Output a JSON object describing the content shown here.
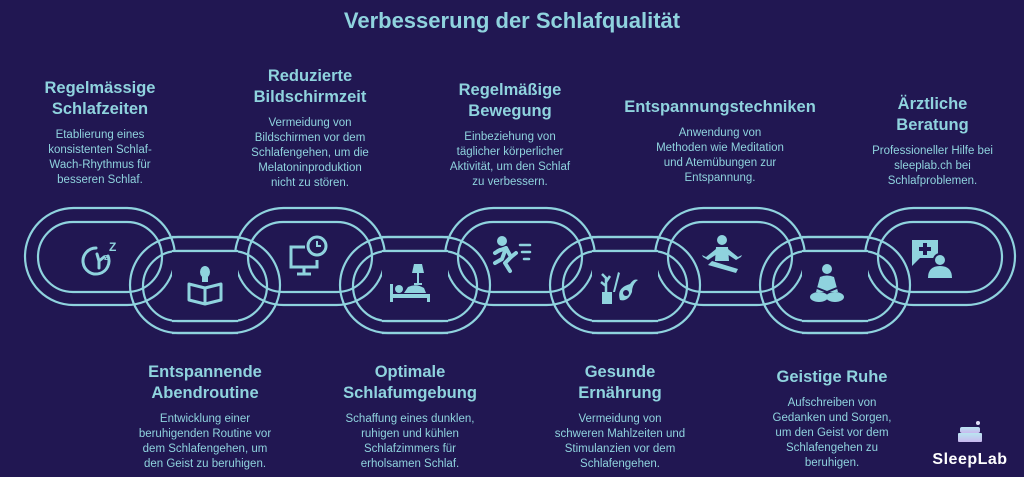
{
  "title": "Verbesserung der Schlafqualität",
  "colors": {
    "background": "#211752",
    "accent": "#8fd3de",
    "logo_text": "#ffffff"
  },
  "top_items": [
    {
      "heading": [
        "Regelmässige",
        "Schlafzeiten"
      ],
      "description": [
        "Etablierung eines",
        "konsistenten Schlaf-",
        "Wach-Rhythmus für",
        "besseren Schlaf."
      ],
      "icon": "sleep-clock-icon"
    },
    {
      "heading": [
        "Reduzierte",
        "Bildschirmzeit"
      ],
      "description": [
        "Vermeidung von",
        "Bildschirmen vor dem",
        "Schlafengehen, um die",
        "Melatoninproduktion",
        "nicht zu stören."
      ],
      "icon": "monitor-clock-icon"
    },
    {
      "heading": [
        "Regelmäßige",
        "Bewegung"
      ],
      "description": [
        "Einbeziehung von",
        "täglicher körperlicher",
        "Aktivität, um den Schlaf",
        "zu verbessern."
      ],
      "icon": "running-person-icon"
    },
    {
      "heading": [
        "Entspannungstechniken"
      ],
      "description": [
        "Anwendung von",
        "Methoden wie Meditation",
        "und Atemübungen zur",
        "Entspannung."
      ],
      "icon": "meditation-icon"
    },
    {
      "heading": [
        "Ärztliche",
        "Beratung"
      ],
      "description": [
        "Professioneller Hilfe bei",
        "sleeplab.ch bei",
        "Schlafproblemen."
      ],
      "icon": "medical-consult-icon"
    }
  ],
  "bottom_items": [
    {
      "heading": [
        "Entspannende",
        "Abendroutine"
      ],
      "description": [
        "Entwicklung einer",
        "beruhigenden Routine vor",
        "dem Schlafengehen, um",
        "den Geist zu beruhigen."
      ],
      "icon": "reading-person-icon"
    },
    {
      "heading": [
        "Optimale",
        "Schlafumgebung"
      ],
      "description": [
        "Schaffung eines dunklen,",
        "ruhigen und kühlen",
        "Schlafzimmers für",
        "erholsamen Schlaf."
      ],
      "icon": "bed-lamp-icon"
    },
    {
      "heading": [
        "Gesunde",
        "Ernährung"
      ],
      "description": [
        "Vermeidung von",
        "schweren Mahlzeiten und",
        "Stimulanzien vor dem",
        "Schlafengehen."
      ],
      "icon": "healthy-food-icon"
    },
    {
      "heading": [
        "Geistige Ruhe"
      ],
      "description": [
        "Aufschreiben von",
        "Gedanken und Sorgen,",
        "um den Geist vor dem",
        "Schlafengehen zu",
        "beruhigen."
      ],
      "icon": "calm-mind-icon"
    }
  ],
  "logo": {
    "text": "SleepLab",
    "icon": "bed-logo-icon"
  }
}
